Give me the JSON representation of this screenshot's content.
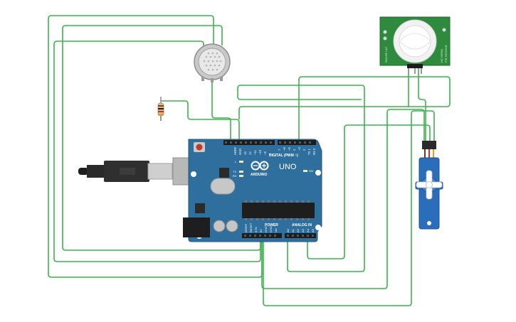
{
  "board": {
    "logo_text": "ARDUINO",
    "model": "UNO",
    "digital_header_label": "DIGITAL (PWM ~)",
    "power_header_label": "POWER",
    "analog_header_label": "ANALOG IN",
    "led_on_label": "ON",
    "led_l_label": "L",
    "led_tx_label": "TX",
    "led_rx_label": "RX",
    "aref_label": "AREF",
    "gnd_top_label": "GND",
    "digital_pins": [
      "13",
      "12",
      "~11",
      "~10",
      "~9",
      "8",
      "7",
      "~6",
      "~5",
      "4",
      "~3",
      "2",
      "TX 1",
      "RX 0"
    ],
    "power_pins": [
      "IOREF",
      "RESET",
      "3.3V",
      "5V",
      "GND",
      "GND",
      "Vin"
    ],
    "analog_pins": [
      "A0",
      "A1",
      "A2",
      "A3",
      "A4",
      "A5"
    ]
  },
  "pir_sensor": {
    "side_label_left": "RANGE  LAT",
    "side_label_right": "PIR SENSOR",
    "side_label_right2": "HC-SR501"
  },
  "colors": {
    "wire": "#3cb44b",
    "board": "#2f6f9e",
    "pir_pcb": "#2e8b3e",
    "servo_body": "#2a6ebb",
    "resistor_body": "#d8b98a"
  }
}
